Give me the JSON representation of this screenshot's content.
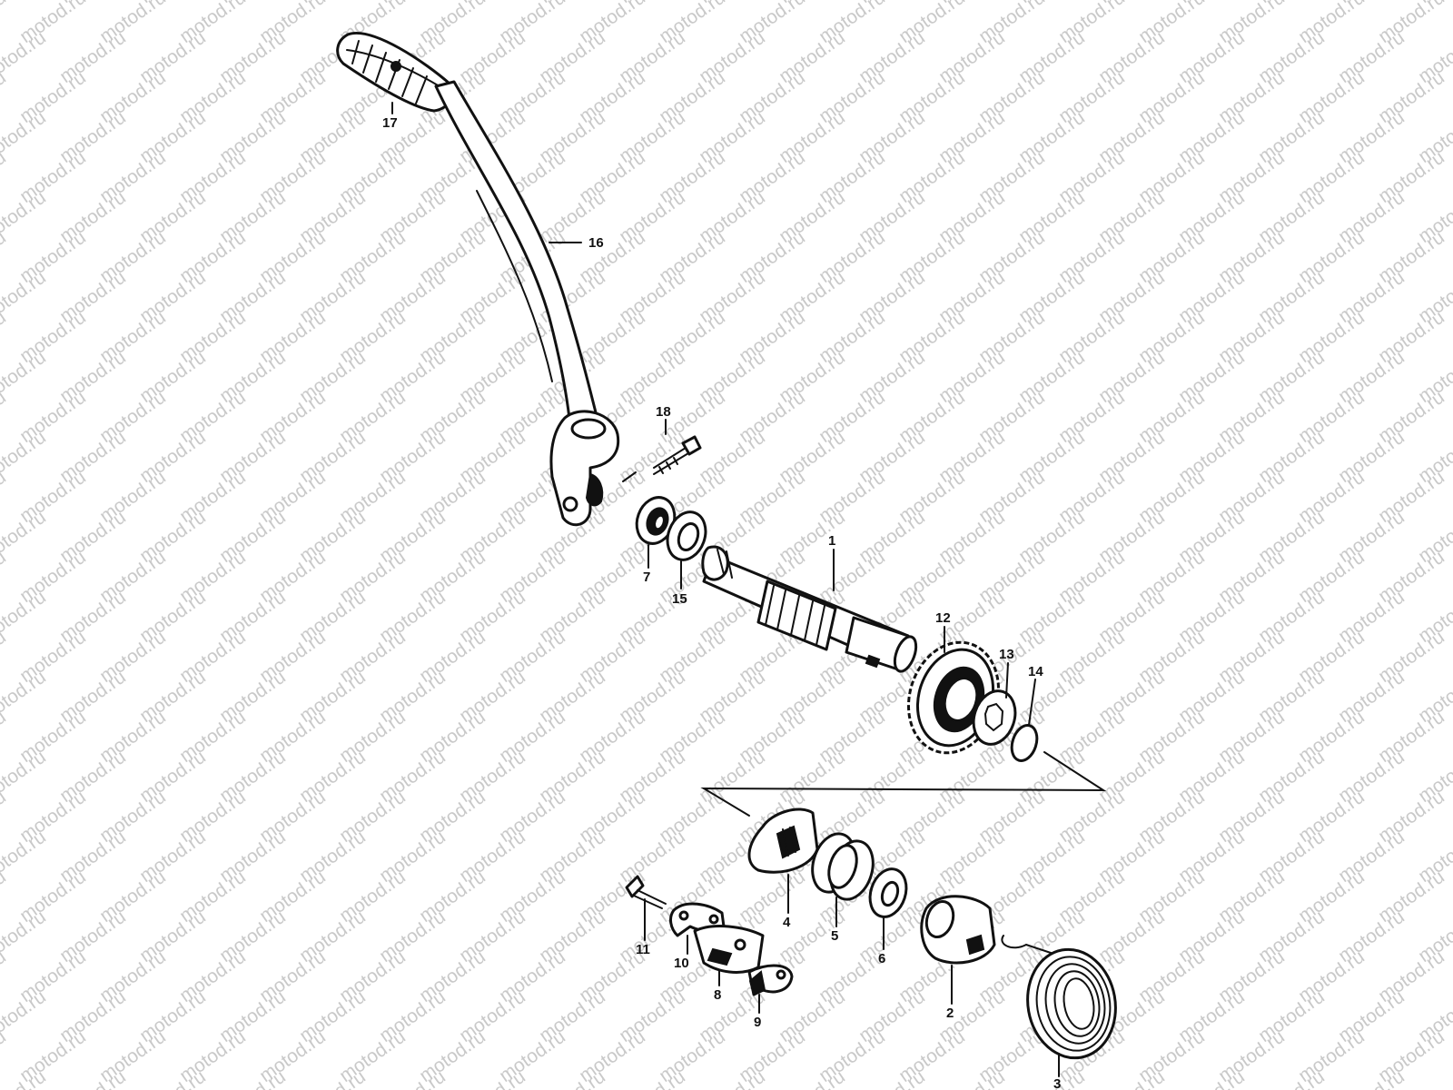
{
  "watermark": {
    "text": "motod.ru"
  },
  "labels": {
    "p1": "1",
    "p2": "2",
    "p3": "3",
    "p4": "4",
    "p5": "5",
    "p6": "6",
    "p7": "7",
    "p8": "8",
    "p9": "9",
    "p10": "10",
    "p11": "11",
    "p12": "12",
    "p13": "13",
    "p14": "14",
    "p15": "15",
    "p16": "16",
    "p17": "17",
    "p18": "18"
  },
  "colors": {
    "line": "#111111",
    "watermark": "#c9c9c9",
    "background": "#ffffff"
  }
}
